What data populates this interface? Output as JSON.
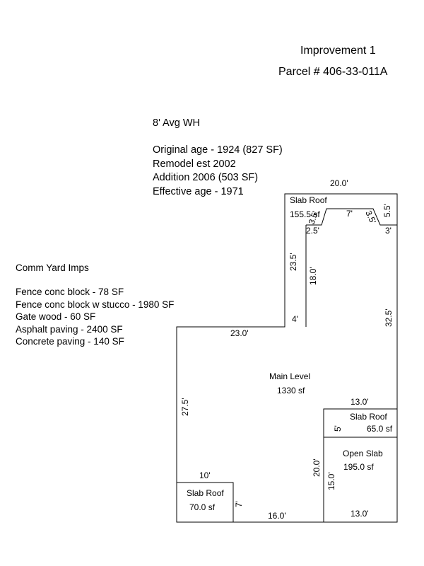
{
  "header": {
    "title": "Improvement 1",
    "parcel": "Parcel # 406-33-011A"
  },
  "notes": {
    "wall_height": "8' Avg WH",
    "lines": [
      "Original age - 1924 (827 SF)",
      "Remodel est 2002",
      "Addition 2006 (503 SF)",
      "Effective age - 1971"
    ]
  },
  "yard": {
    "title": "Comm Yard Imps",
    "items": [
      "Fence conc block - 78 SF",
      "Fence conc block w stucco - 1980 SF",
      "Gate wood - 60 SF",
      "Asphalt paving - 2400 SF",
      "Concrete paving - 140 SF"
    ]
  },
  "sketch": {
    "areas": {
      "slab_roof_top": {
        "label": "Slab Roof",
        "area": "155.5 sf"
      },
      "main_level": {
        "label": "Main Level",
        "area": "1330 sf"
      },
      "slab_roof_right": {
        "label": "Slab Roof",
        "area": "65.0 sf"
      },
      "open_slab": {
        "label": "Open Slab",
        "area": "195.0 sf"
      },
      "slab_roof_left": {
        "label": "Slab Roof",
        "area": "70.0 sf"
      }
    },
    "dimensions": {
      "top_width": "20.0'",
      "right_top_5_5": "5.5'",
      "left_step_2_5": "2.5'",
      "slope_left_3_5": "3.5'",
      "notch_7": "7'",
      "slope_right_3_5": "3.5'",
      "right_step_3": "3'",
      "left_wall_23_5": "23.5'",
      "inner_wall_18": "18.0'",
      "right_wall_32_5": "32.5'",
      "small_4": "4'",
      "main_top_23": "23.0'",
      "left_wall_27_5": "27.5'",
      "right_13_top": "13.0'",
      "small_5": "5'",
      "inner_20": "20.0'",
      "inner_15": "15.0'",
      "slab_10": "10'",
      "slab_7": "7'",
      "bottom_16": "16.0'",
      "bottom_13": "13.0'"
    }
  }
}
